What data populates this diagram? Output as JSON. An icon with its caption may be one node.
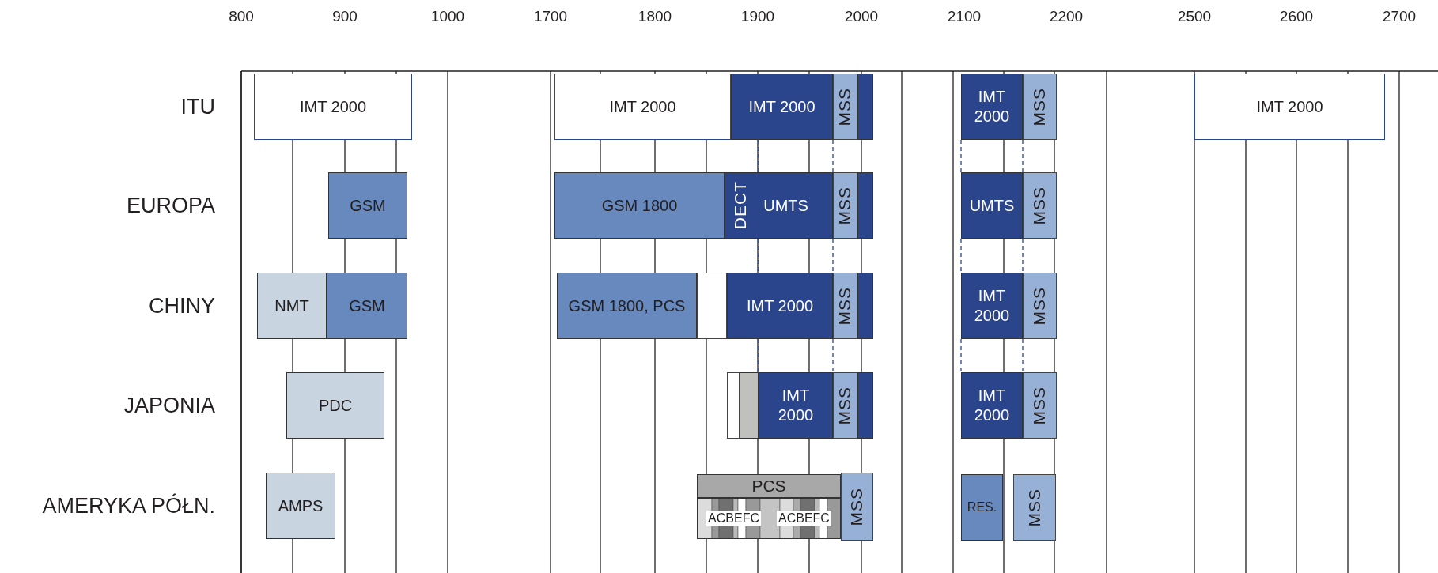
{
  "diagram": {
    "nodes": [
      {
        "text": [
          "IMT 2000"
        ]
      },
      {
        "text": [
          "IMT 2000"
        ]
      },
      {
        "text": [
          "IMT 2000"
        ]
      },
      {
        "text": [
          "MSS"
        ]
      },
      {
        "text": [],
        "shape": "box"
      },
      {
        "text": [
          "IMT 2000"
        ]
      },
      {
        "text": [
          "MSS"
        ]
      },
      {
        "text": [
          "IMT 2000"
        ]
      },
      {
        "text": [
          "GSM"
        ]
      },
      {
        "text": [
          "GSM 1800"
        ]
      },
      {
        "text": [
          "DECT",
          "UMTS"
        ]
      },
      {
        "text": [
          "MSS"
        ]
      },
      {
        "text": [],
        "shape": "box"
      },
      {
        "text": [
          "UMTS"
        ]
      },
      {
        "text": [
          "MSS"
        ]
      },
      {
        "text": [
          "NMT"
        ]
      },
      {
        "text": [
          "GSM"
        ]
      },
      {
        "text": [
          "GSM 1800, PCS"
        ]
      },
      {
        "text": [],
        "shape": "box"
      },
      {
        "text": [
          "IMT 2000"
        ]
      },
      {
        "text": [
          "MSS"
        ]
      },
      {
        "text": [],
        "shape": "box"
      },
      {
        "text": [
          "IMT 2000"
        ]
      },
      {
        "text": [
          "MSS"
        ]
      },
      {
        "text": [
          "PDC"
        ]
      },
      {
        "text": [],
        "shape": "box"
      },
      {
        "text": [],
        "shape": "box"
      },
      {
        "text": [
          "IMT 2000"
        ]
      },
      {
        "text": [
          "MSS"
        ]
      },
      {
        "text": [],
        "shape": "box"
      },
      {
        "text": [
          "IMT 2000"
        ]
      },
      {
        "text": [
          "MSS"
        ]
      },
      {
        "text": [
          "AMPS"
        ]
      },
      {
        "text": [
          "PCS"
        ]
      },
      {
        "text": [
          "ACBEFC",
          "ACBEFC"
        ]
      },
      {
        "text": [
          "MSS"
        ]
      },
      {
        "text": [
          "RES."
        ]
      },
      {
        "text": [
          "MSS"
        ]
      }
    ],
    "edges": [
      {
        "from": 2,
        "to": 10,
        "arrow": "none",
        "style": "dashed"
      },
      {
        "from": 10,
        "to": 19,
        "arrow": "none",
        "style": "dashed"
      },
      {
        "from": 19,
        "to": 27,
        "arrow": "none",
        "style": "dashed"
      },
      {
        "from": 2,
        "to": 10,
        "arrow": "none",
        "style": "dashed"
      },
      {
        "from": 10,
        "to": 19,
        "arrow": "none",
        "style": "dashed"
      },
      {
        "from": 19,
        "to": 27,
        "arrow": "none",
        "style": "dashed"
      },
      {
        "from": 5,
        "to": 13,
        "arrow": "none",
        "style": "dashed"
      },
      {
        "from": 13,
        "to": 22,
        "arrow": "none",
        "style": "dashed"
      },
      {
        "from": 22,
        "to": 30,
        "arrow": "none",
        "style": "dashed"
      },
      {
        "from": 5,
        "to": 13,
        "arrow": "none",
        "style": "dashed"
      },
      {
        "from": 13,
        "to": 22,
        "arrow": "none",
        "style": "dashed"
      },
      {
        "from": 22,
        "to": 30,
        "arrow": "none",
        "style": "dashed"
      }
    ],
    "labels": [
      "800",
      "900",
      "1000",
      "1700",
      "1800",
      "1900",
      "2000",
      "2100",
      "2200",
      "2500",
      "2600",
      "2700",
      "ITU",
      "EUROPA",
      "CHINY",
      "JAPONIA",
      "AMERYKA PÓŁN."
    ]
  }
}
